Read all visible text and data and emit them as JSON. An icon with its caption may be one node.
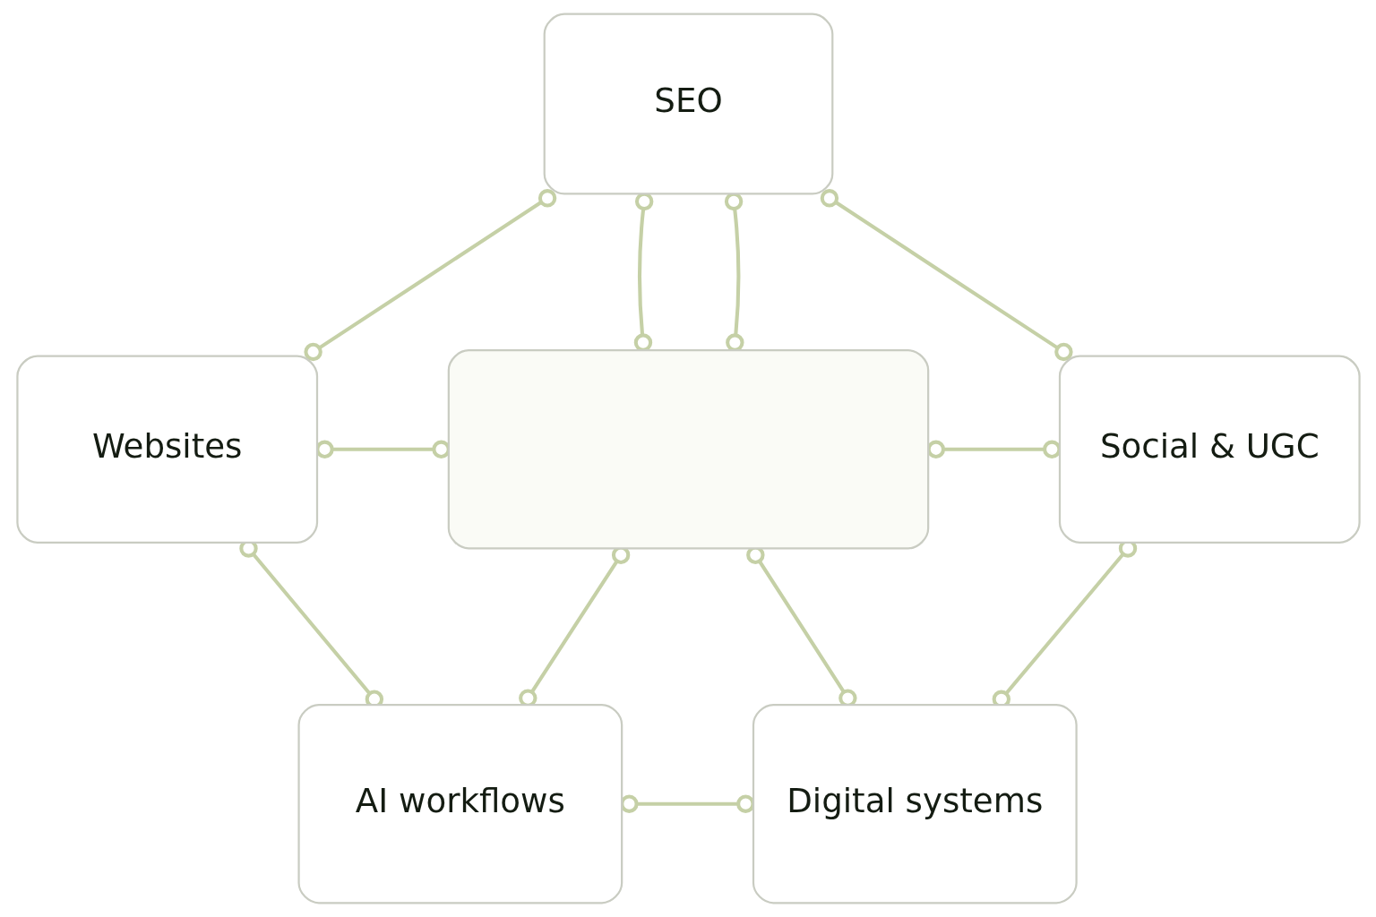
{
  "diagram": {
    "nodes": [
      {
        "text": [
          "SEO"
        ]
      },
      {
        "text": [
          "Websites"
        ]
      },
      {
        "text": [],
        "shape": "box"
      },
      {
        "text": [
          "Social & UGC"
        ]
      },
      {
        "text": [
          "AI workflows"
        ]
      },
      {
        "text": [
          "Digital systems"
        ]
      }
    ],
    "edges": [
      {
        "from": 0,
        "to": 1,
        "arrow": "other"
      },
      {
        "from": 0,
        "to": 2,
        "arrow": "other"
      },
      {
        "from": 0,
        "to": 2,
        "arrow": "other"
      },
      {
        "from": 0,
        "to": 3,
        "arrow": "other"
      },
      {
        "from": 1,
        "to": 2,
        "arrow": "other"
      },
      {
        "from": 2,
        "to": 3,
        "arrow": "other"
      },
      {
        "from": 1,
        "to": 4,
        "arrow": "other"
      },
      {
        "from": 2,
        "to": 4,
        "arrow": "other"
      },
      {
        "from": 2,
        "to": 5,
        "arrow": "other"
      },
      {
        "from": 3,
        "to": 5,
        "arrow": "other"
      },
      {
        "from": 4,
        "to": 5,
        "arrow": "other"
      }
    ]
  }
}
